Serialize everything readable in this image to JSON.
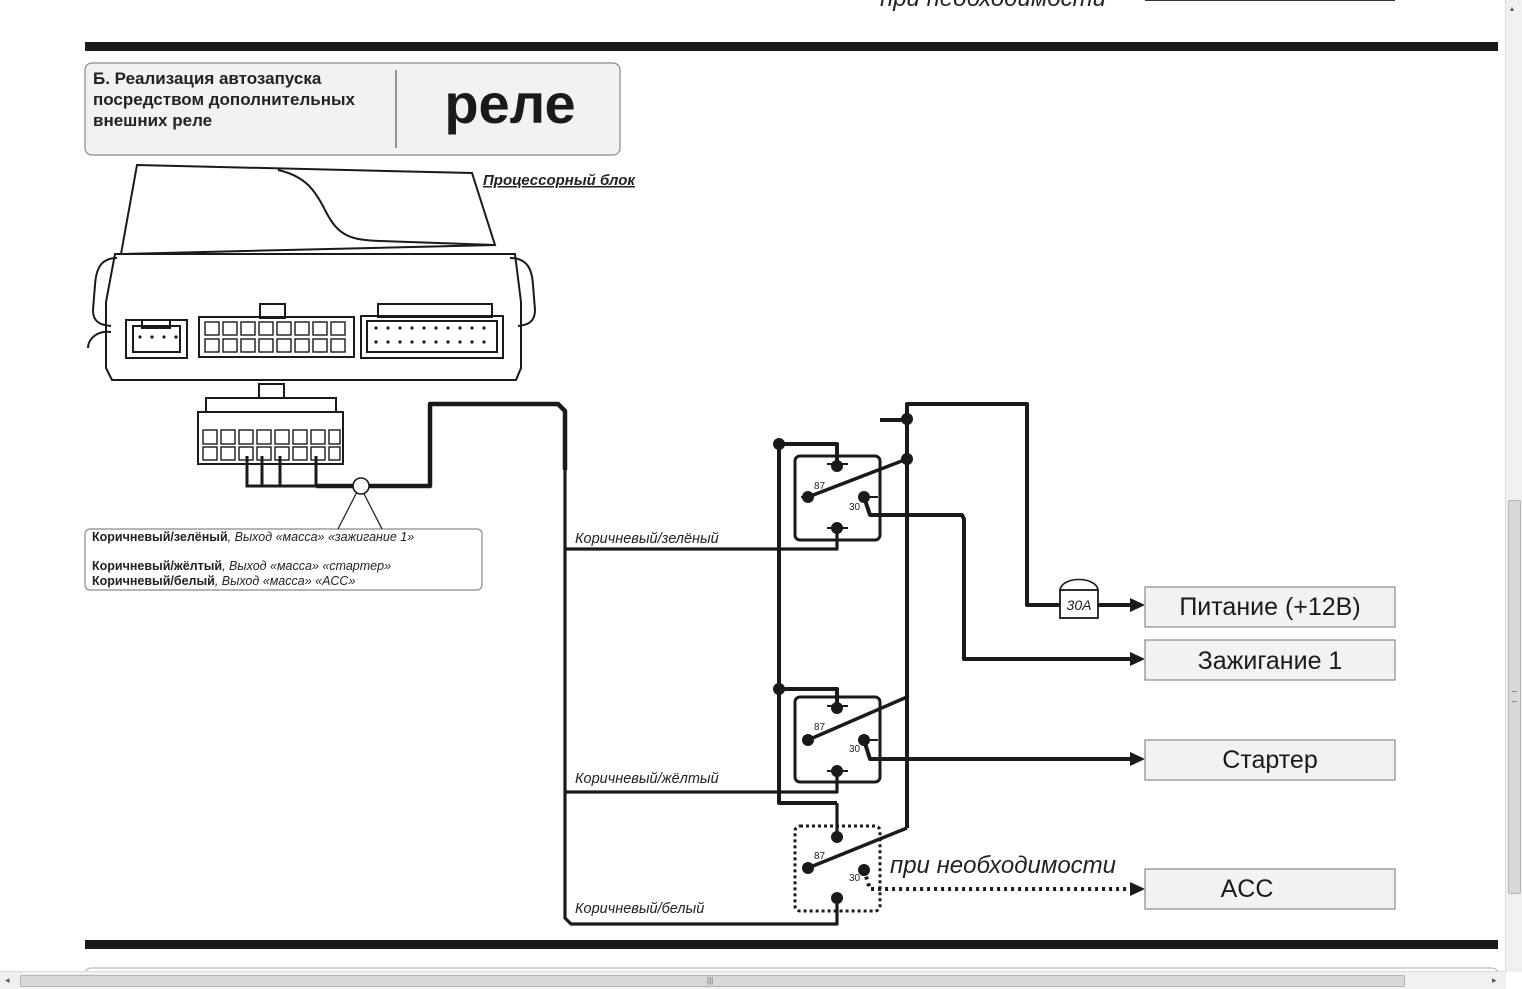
{
  "top_partial_text": "при необходимости",
  "header": {
    "line1": "Б. Реализация автозапуска",
    "line2": "посредством дополнительных",
    "line3": "внешних реле",
    "big_word": "реле"
  },
  "processor_label": "Процессорный блок",
  "legend": {
    "row1_color": "Коричневый/зелёный",
    "row1_desc": ", Выход «масса» «зажигание 1»",
    "row2_color": "Коричневый/жёлтый",
    "row2_desc": ", Выход «масса» «стартер»",
    "row3_color": "Коричневый/белый",
    "row3_desc": ", Выход «масса» «ACC»"
  },
  "wires": {
    "green": "Коричневый/зелёный",
    "yellow": "Коричневый/жёлтый",
    "white": "Коричневый/белый"
  },
  "relay_pins": {
    "pin87": "87",
    "pin30": "30"
  },
  "fuse_label": "30A",
  "outputs": {
    "power": "Питание (+12В)",
    "ignition": "Зажигание 1",
    "starter": "Стартер",
    "acc": "ACC"
  },
  "optional_note": "при необходимости",
  "colors": {
    "line": "#1a1a1a",
    "box_fill": "#f2f2f2",
    "box_stroke": "#8a8a8a"
  },
  "scrollbars": {
    "grip_symbol": "|||",
    "left_arrow": "◂",
    "right_arrow": "▸",
    "up_arrow": "▴"
  }
}
